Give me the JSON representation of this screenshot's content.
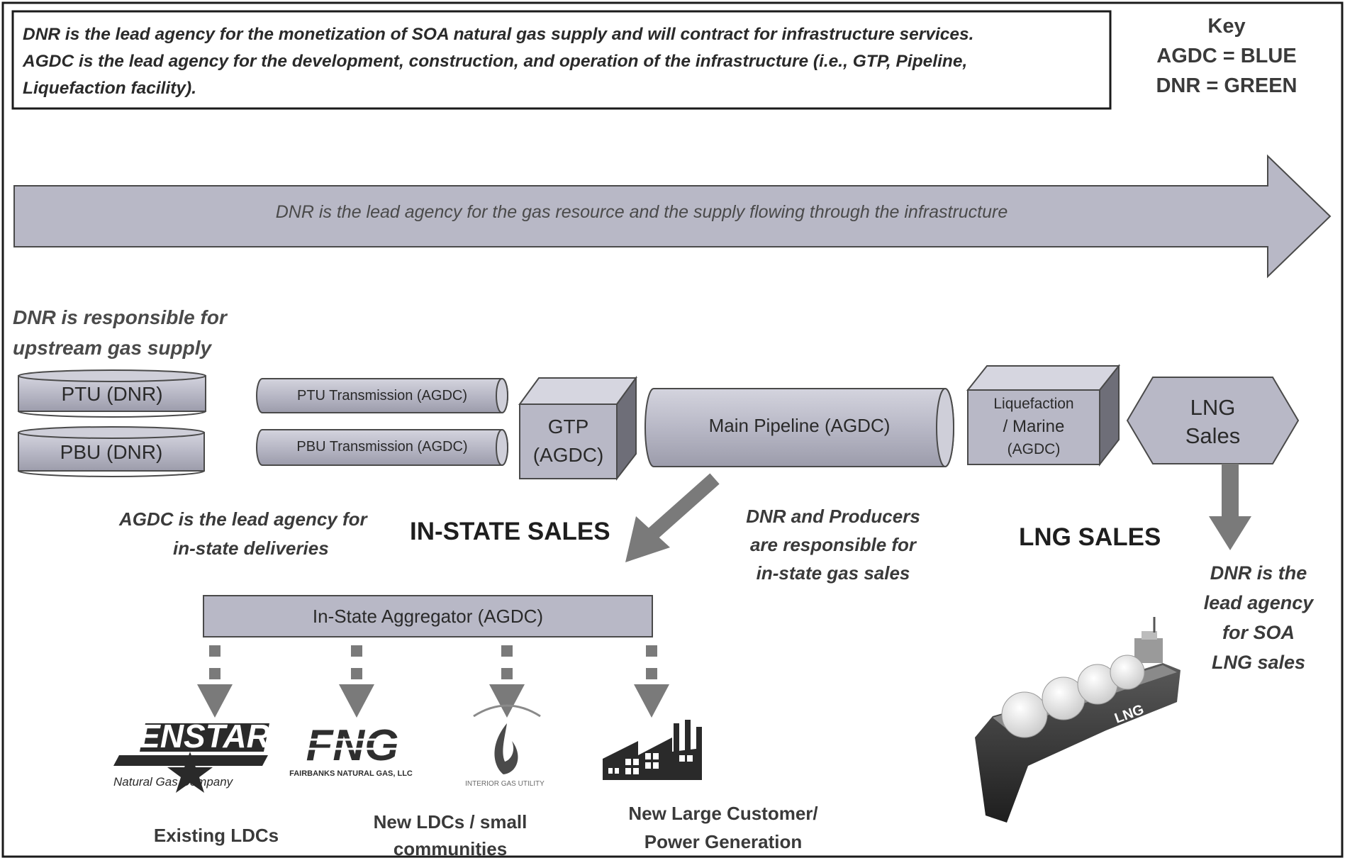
{
  "intro": {
    "line1": "DNR is the lead agency for the monetization of SOA natural gas supply and will contract for infrastructure services.",
    "line2": "AGDC is the lead agency for the development, construction, and operation of the infrastructure (i.e., GTP, Pipeline,",
    "line3": "Liquefaction facility)."
  },
  "key": {
    "title": "Key",
    "agdc": "AGDC = BLUE",
    "dnr": "DNR = GREEN"
  },
  "arrow_banner": "DNR is the lead agency for the gas resource and the supply flowing through the infrastructure",
  "upstream_note": {
    "line1": "DNR is responsible for",
    "line2": "upstream gas supply"
  },
  "nodes": {
    "ptu": "PTU (DNR)",
    "pbu": "PBU (DNR)",
    "ptu_transmission": "PTU Transmission (AGDC)",
    "pbu_transmission": "PBU Transmission (AGDC)",
    "gtp_line1": "GTP",
    "gtp_line2": "(AGDC)",
    "main_pipeline": "Main Pipeline (AGDC)",
    "liquefaction_line1": "Liquefaction",
    "liquefaction_line2": "/ Marine",
    "liquefaction_line3": "(AGDC)",
    "lng_sales_line1": "LNG",
    "lng_sales_line2": "Sales",
    "aggregator": "In-State Aggregator (AGDC)"
  },
  "notes": {
    "agdc_instate_line1": "AGDC is the lead agency for",
    "agdc_instate_line2": "in-state deliveries",
    "instate_sales": "IN-STATE SALES",
    "dnr_producers_line1": "DNR and Producers",
    "dnr_producers_line2": "are responsible for",
    "dnr_producers_line3": "in-state gas sales",
    "lng_sales_heading": "LNG SALES",
    "dnr_lng_line1": "DNR is the",
    "dnr_lng_line2": "lead agency",
    "dnr_lng_line3": "for SOA",
    "dnr_lng_line4": "LNG sales"
  },
  "logos": {
    "enstar_name": "ENSTAR",
    "enstar_sub": "Natural Gas Company",
    "fng_name": "FNG",
    "fng_sub": "FAIRBANKS NATURAL GAS, LLC",
    "igu_sub": "INTERIOR GAS UTILITY",
    "ship_label": "LNG"
  },
  "customers": {
    "existing_ldcs": "Existing LDCs",
    "new_ldcs_line1": "New LDCs / small",
    "new_ldcs_line2": "communities",
    "large_line1": "New Large Customer/",
    "large_line2": "Power Generation"
  },
  "colors": {
    "shape_fill": "#b8b8c6",
    "shape_dark": "#6e6e78",
    "arrow_fill": "#7a7a7a",
    "text": "#3a3a3a",
    "border": "#1a1a1a"
  }
}
